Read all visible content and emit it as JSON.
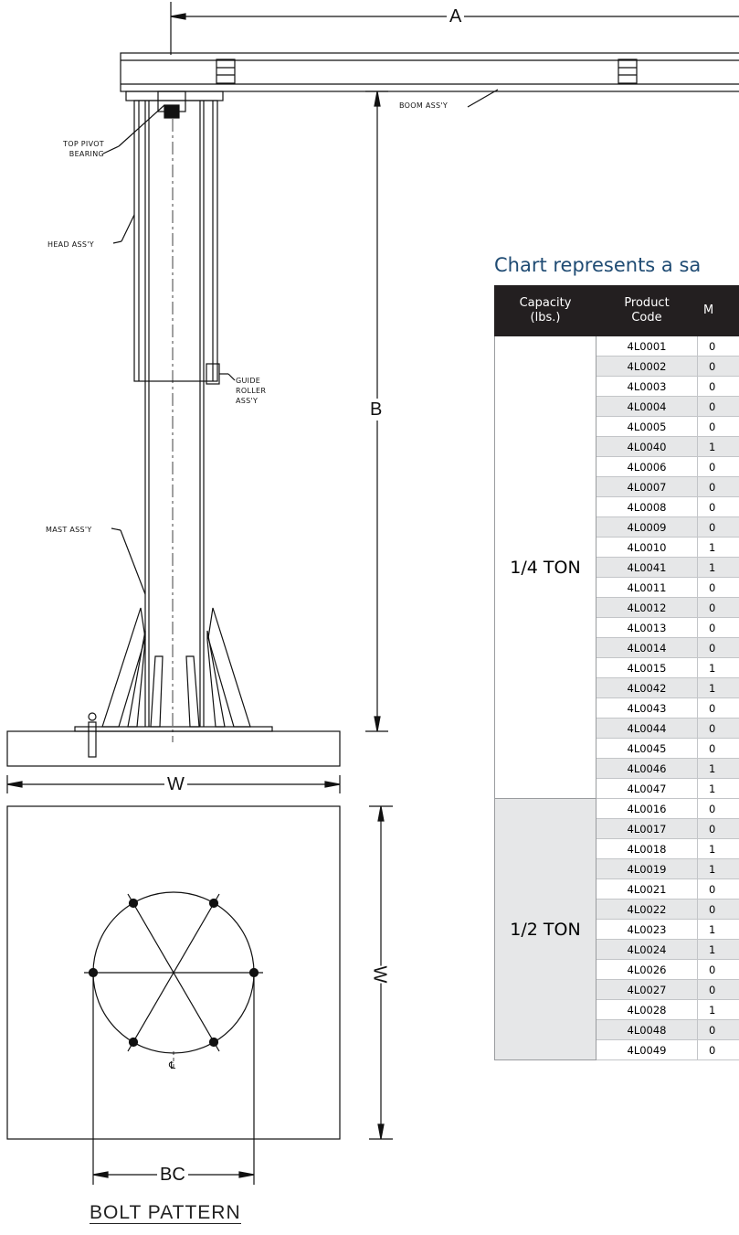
{
  "drawing": {
    "dimension_a": "A",
    "dimension_b": "B",
    "dimension_w_top": "W",
    "dimension_w_side": "W",
    "dimension_bc": "BC",
    "callout_boom": "BOOM ASS'Y",
    "callout_top_pivot": "TOP PIVOT\nBEARING",
    "callout_head": "HEAD ASS'Y",
    "callout_guide_roller": "GUIDE\nROLLER\nASS'Y",
    "callout_mast": "MAST ASS'Y",
    "centerline_mark": "℄",
    "bolt_pattern_title": "BOLT PATTERN"
  },
  "chart": {
    "title": "Chart represents a sa",
    "headers": [
      "Capacity\n(lbs.)",
      "Product\nCode",
      "M"
    ],
    "groups": [
      {
        "capacity": "1/4 TON",
        "rows": [
          {
            "code": "4L0001",
            "value": "0"
          },
          {
            "code": "4L0002",
            "value": "0"
          },
          {
            "code": "4L0003",
            "value": "0"
          },
          {
            "code": "4L0004",
            "value": "0"
          },
          {
            "code": "4L0005",
            "value": "0"
          },
          {
            "code": "4L0040",
            "value": "1"
          },
          {
            "code": "4L0006",
            "value": "0"
          },
          {
            "code": "4L0007",
            "value": "0"
          },
          {
            "code": "4L0008",
            "value": "0"
          },
          {
            "code": "4L0009",
            "value": "0"
          },
          {
            "code": "4L0010",
            "value": "1"
          },
          {
            "code": "4L0041",
            "value": "1"
          },
          {
            "code": "4L0011",
            "value": "0"
          },
          {
            "code": "4L0012",
            "value": "0"
          },
          {
            "code": "4L0013",
            "value": "0"
          },
          {
            "code": "4L0014",
            "value": "0"
          },
          {
            "code": "4L0015",
            "value": "1"
          },
          {
            "code": "4L0042",
            "value": "1"
          },
          {
            "code": "4L0043",
            "value": "0"
          },
          {
            "code": "4L0044",
            "value": "0"
          },
          {
            "code": "4L0045",
            "value": "0"
          },
          {
            "code": "4L0046",
            "value": "1"
          },
          {
            "code": "4L0047",
            "value": "1"
          }
        ]
      },
      {
        "capacity": "1/2 TON",
        "rows": [
          {
            "code": "4L0016",
            "value": "0"
          },
          {
            "code": "4L0017",
            "value": "0"
          },
          {
            "code": "4L0018",
            "value": "1"
          },
          {
            "code": "4L0019",
            "value": "1"
          },
          {
            "code": "4L0021",
            "value": "0"
          },
          {
            "code": "4L0022",
            "value": "0"
          },
          {
            "code": "4L0023",
            "value": "1"
          },
          {
            "code": "4L0024",
            "value": "1"
          },
          {
            "code": "4L0026",
            "value": "0"
          },
          {
            "code": "4L0027",
            "value": "0"
          },
          {
            "code": "4L0028",
            "value": "1"
          },
          {
            "code": "4L0048",
            "value": "0"
          },
          {
            "code": "4L0049",
            "value": "0"
          }
        ]
      }
    ]
  }
}
